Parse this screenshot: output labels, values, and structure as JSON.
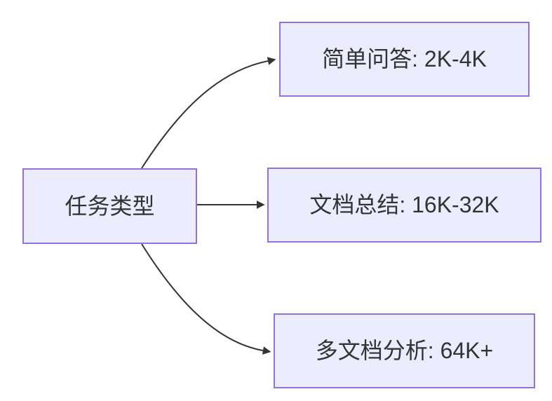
{
  "diagram": {
    "type": "flowchart-left-to-right",
    "source": {
      "label": "任务类型"
    },
    "targets": [
      {
        "label": "简单问答: 2K-4K"
      },
      {
        "label": "文档总结: 16K-32K"
      },
      {
        "label": "多文档分析: 64K+"
      }
    ],
    "edges": [
      {
        "from": "任务类型",
        "to": "简单问答: 2K-4K"
      },
      {
        "from": "任务类型",
        "to": "文档总结: 16K-32K"
      },
      {
        "from": "任务类型",
        "to": "多文档分析: 64K+"
      }
    ],
    "colors": {
      "background": "#ffffff",
      "node_fill": "#ECECFF",
      "node_border": "#9370DB",
      "text": "#333333",
      "arrow": "#333333"
    }
  }
}
